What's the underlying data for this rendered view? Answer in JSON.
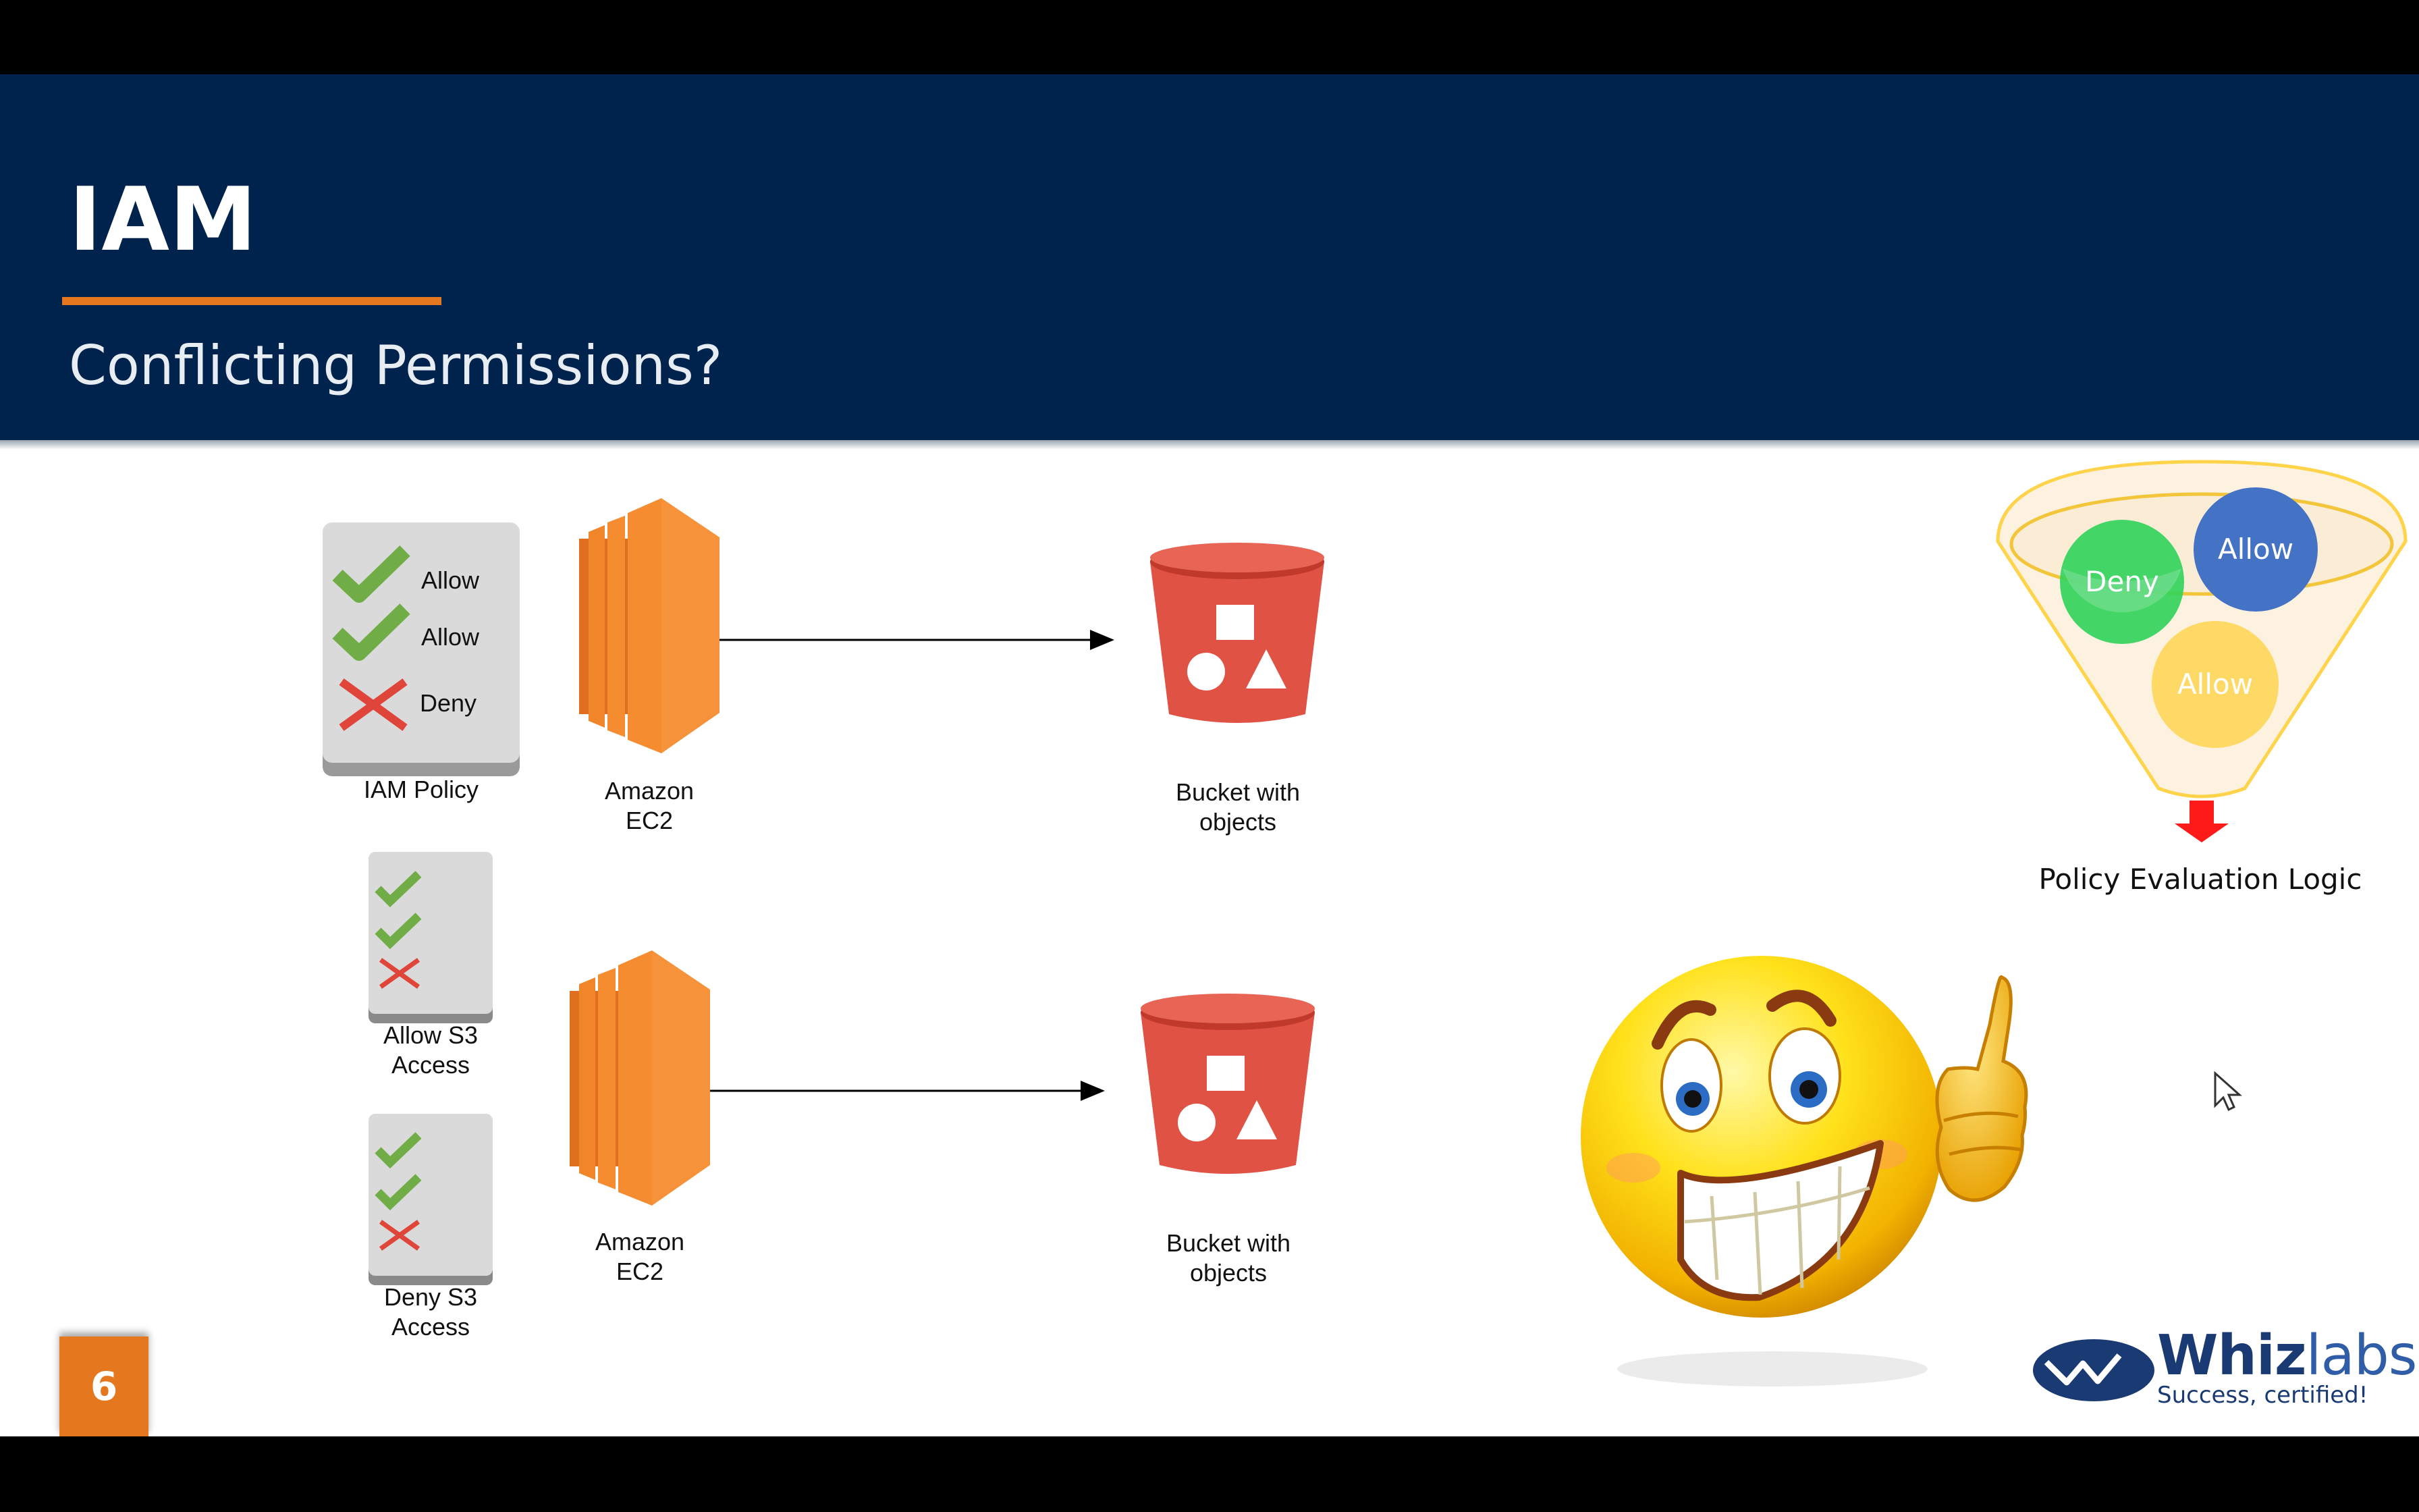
{
  "slide": {
    "title": "IAM",
    "subtitle": "Conflicting Permissions?",
    "page_number": "6"
  },
  "scenario_top": {
    "policy_card": {
      "items": [
        {
          "text": "Allow",
          "icon": "check-icon"
        },
        {
          "text": "Allow",
          "icon": "check-icon"
        },
        {
          "text": "Deny",
          "icon": "cross-icon"
        }
      ],
      "caption": "IAM Policy"
    },
    "ec2_label": [
      "Amazon",
      "EC2"
    ],
    "bucket_label": [
      "Bucket with",
      "objects"
    ]
  },
  "scenario_bottom": {
    "policies": [
      {
        "caption": [
          "Allow S3",
          "Access"
        ],
        "icons": [
          "check-icon",
          "check-icon",
          "cross-icon"
        ]
      },
      {
        "caption": [
          "Deny S3",
          "Access"
        ],
        "icons": [
          "check-icon",
          "check-icon",
          "cross-icon"
        ]
      }
    ],
    "ec2_label": [
      "Amazon",
      "EC2"
    ],
    "bucket_label": [
      "Bucket with",
      "objects"
    ]
  },
  "funnel": {
    "circles": [
      {
        "text": "Deny",
        "color": "#2fd35a"
      },
      {
        "text": "Allow",
        "color": "#4472c4"
      },
      {
        "text": "Allow",
        "color": "#ffd966"
      }
    ],
    "caption": "Policy Evaluation Logic"
  },
  "logo": {
    "name_main": "Whiz",
    "name_suffix": "labs",
    "tagline": "Success, certified!"
  },
  "colors": {
    "header": "#00234d",
    "accent": "#e5781f",
    "ec2": "#f58c2f",
    "bucket": "#e05243",
    "check": "#70ad47",
    "cross": "#e0453a"
  }
}
